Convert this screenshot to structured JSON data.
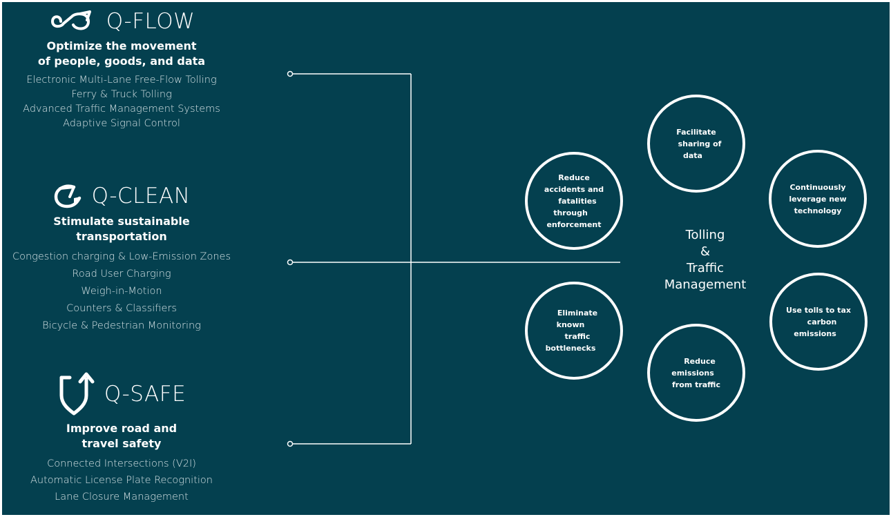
{
  "sections": {
    "flow": {
      "name": "Q-FLOW",
      "icon": "infinity-loop-icon",
      "tagline_lines": [
        "Optimize the movement",
        "of people, goods, and data"
      ],
      "items": [
        "Electronic Multi-Lane Free-Flow Tolling",
        "Ferry & Truck Tolling",
        "Advanced Traffic Management Systems",
        "Adaptive Signal Control"
      ]
    },
    "clean": {
      "name": "Q-CLEAN",
      "icon": "leaf-recycle-icon",
      "tagline_lines": [
        "Stimulate sustainable",
        "transportation"
      ],
      "items": [
        "Congestion charging & Low-Emission Zones",
        "Road User Charging",
        "Weigh-in-Motion",
        "Counters & Classifiers",
        "Bicycle & Pedestrian Monitoring"
      ]
    },
    "safe": {
      "name": "Q-SAFE",
      "icon": "shield-arrow-icon",
      "tagline_lines": [
        "Improve road and",
        "travel safety"
      ],
      "items": [
        "Connected Intersections (V2I)",
        "Automatic License Plate Recognition",
        "Lane Closure Management"
      ]
    }
  },
  "hub": {
    "label_lines": [
      "Tolling",
      "&",
      "Traffic",
      "Management"
    ],
    "circles": {
      "data": [
        "Facilitate",
        "sharing of data"
      ],
      "tech": [
        "Continuously",
        "leverage new",
        "technology"
      ],
      "enforce": [
        "Reduce",
        "accidents and",
        "fatalities through",
        "enforcement"
      ],
      "bottleneck": [
        "Eliminate known",
        "traffic bottlenecks"
      ],
      "carbon": [
        "Use tolls to tax",
        "carbon emissions"
      ],
      "emissions": [
        "Reduce emissions",
        "from traffic"
      ]
    }
  },
  "colors": {
    "background": "#04404f",
    "foreground": "#ffffff",
    "muted_text": "#d7e3e6"
  }
}
